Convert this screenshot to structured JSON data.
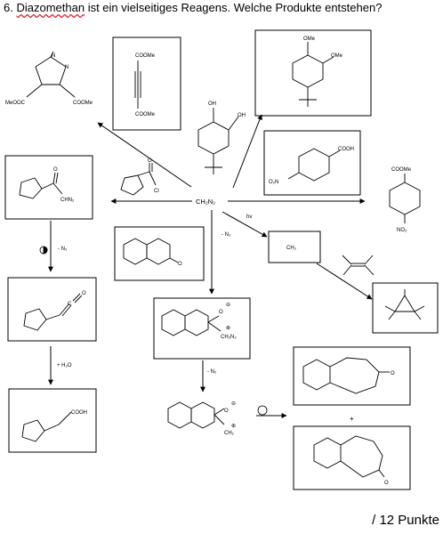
{
  "header": {
    "number": "6.",
    "word_diazomethan": "Diazomethan",
    "rest": " ist ein vielseitiges Reagens. Welche Produkte entstehen?"
  },
  "footer": {
    "points": "/ 12 Punkte"
  },
  "labels": {
    "cooMe": "COOMe",
    "meooc": "MeOOC",
    "n": "N",
    "n2": "N",
    "ome1": "OMe",
    "ome2": "OMe",
    "oh1": "OH",
    "oh2": "OH",
    "cooh": "COOH",
    "o2n": "O₂N",
    "no2": "NO₂",
    "o": "O",
    "cl": "Cl",
    "chn2": "CHN₂",
    "ch2n2": "CH₂N₂",
    "hv": "hv",
    "minus_n2": "- N₂",
    "ch2": "CH₂",
    "plus_h2o": "+ H₂O",
    "c": "C",
    "ch2n2_frag": "CH₂N₂",
    "ch2_frag": "CH₂",
    "plus": "+",
    "plus_sign": "⊕",
    "minus_sign": "⊖"
  }
}
